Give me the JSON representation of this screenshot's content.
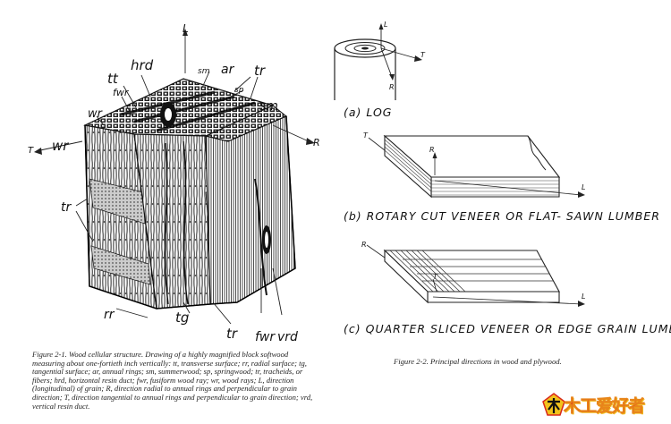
{
  "figure_left": {
    "labels": {
      "L": "L",
      "hrd": "hrd",
      "tt": "tt",
      "fwr_top": "fwr",
      "sm_small": "sm",
      "ar": "ar",
      "tr_top": "tr",
      "sp": "sp",
      "sm": "sm",
      "R": "R",
      "T": "T",
      "wr_left": "wr",
      "wr_top": "wr",
      "tr_left": "tr",
      "rr": "rr",
      "tg": "tg",
      "tr_bottom": "tr",
      "fwr_bottom": "fwr",
      "vrd": "vrd"
    },
    "caption": "Figure 2-1. Wood cellular structure. Drawing of a highly magnified block softwood measuring about one-fortieth inch vertically: tt, transverse surface; rr, radial surface; tg, tangential surface; ar, annual rings; sm, summerwood; sp, springwood; tr, tracheids, or fibers; hrd, horizontal resin duct; fwr, fusiform wood ray; wr, wood rays; L, direction (longitudinal) of grain; R, direction radial to annual rings and perpendicular to grain direction; T, direction tangential to annual rings and perpendicular to grain direction; vrd, vertical resin duct."
  },
  "figure_right": {
    "log": {
      "label": "(a) LOG",
      "axis_L": "L",
      "axis_T": "T",
      "axis_R": "R"
    },
    "rotary": {
      "label": "(b) ROTARY CUT VENEER OR FLAT- SAWN LUMBER",
      "axis_T": "T",
      "axis_R": "R",
      "axis_L": "L"
    },
    "quarter": {
      "label": "(c) QUARTER SLICED VENEER OR EDGE GRAIN LUMBER",
      "axis_R": "R",
      "axis_T": "T",
      "axis_L": "L"
    },
    "caption": "Figure 2-2. Principal directions in wood and plywood."
  },
  "watermark": {
    "text": "木工爱好者",
    "colors": {
      "orange": "#e8861a",
      "red": "#d9281a",
      "yellow": "#f2c21c"
    }
  }
}
